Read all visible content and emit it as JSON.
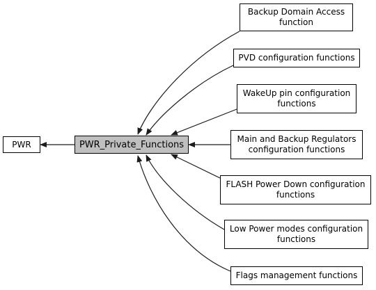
{
  "diagram": {
    "colors": {
      "edge": "#1c1c1c",
      "current_fill": "#bfbfbf",
      "box_fill": "#ffffff",
      "border": "#000000"
    },
    "nodes": {
      "pwr": {
        "lines": [
          "PWR"
        ]
      },
      "current": {
        "lines": [
          "PWR_Private_Functions"
        ]
      },
      "backup_domain": {
        "lines": [
          "Backup Domain Access",
          "function"
        ]
      },
      "pvd": {
        "lines": [
          "PVD configuration functions"
        ]
      },
      "wakeup": {
        "lines": [
          "WakeUp pin configuration",
          "functions"
        ]
      },
      "regulators": {
        "lines": [
          "Main and Backup Regulators",
          "configuration functions"
        ]
      },
      "flash_pd": {
        "lines": [
          "FLASH Power Down configuration",
          "functions"
        ]
      },
      "low_power": {
        "lines": [
          "Low Power modes configuration",
          "functions"
        ]
      },
      "flags": {
        "lines": [
          "Flags management functions"
        ]
      }
    }
  }
}
